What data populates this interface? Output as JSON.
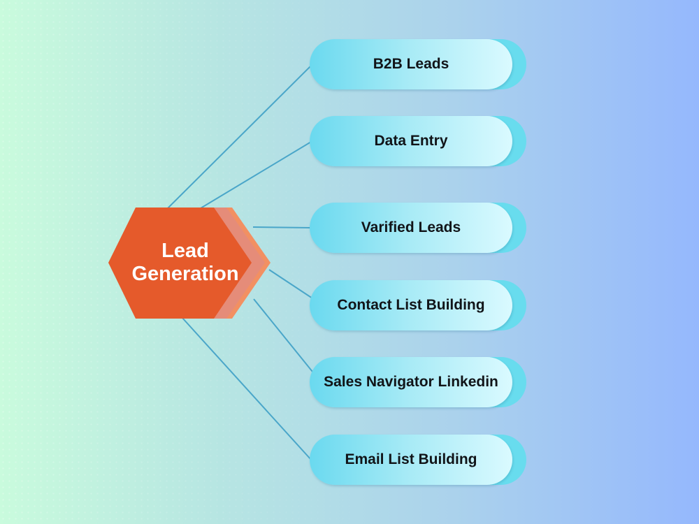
{
  "diagram": {
    "center": {
      "label_line1": "Lead",
      "label_line2": "Generation",
      "color": "#e55a2b",
      "accent_color": "#f29062"
    },
    "nodes": [
      {
        "label": "B2B Leads"
      },
      {
        "label": "Data Entry"
      },
      {
        "label": "Varified Leads"
      },
      {
        "label": "Contact List Building"
      },
      {
        "label": "Sales Navigator Linkedin"
      },
      {
        "label": "Email List Building"
      }
    ],
    "connector_color": "#4aa6c9",
    "pill_color": "#6adcef"
  }
}
